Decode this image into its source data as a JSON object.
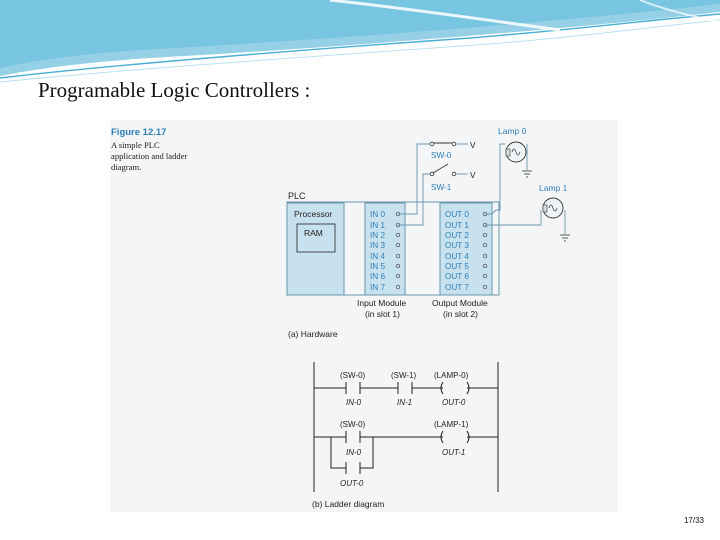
{
  "slide": {
    "title": "Programable Logic Controllers :",
    "page": "17/33"
  },
  "figure": {
    "label": "Figure 12.17",
    "caption": "A simple PLC application and ladder diagram.",
    "plc_label": "PLC",
    "processor": "Processor",
    "ram": "RAM",
    "inputs": [
      "IN 0",
      "IN 1",
      "IN 2",
      "IN 3",
      "IN 4",
      "IN 5",
      "IN 6",
      "IN 7"
    ],
    "outputs": [
      "OUT 0",
      "OUT 1",
      "OUT 2",
      "OUT 3",
      "OUT 4",
      "OUT 5",
      "OUT 6",
      "OUT 7"
    ],
    "input_module": [
      "Input Module",
      "(in slot 1)"
    ],
    "output_module": [
      "Output Module",
      "(in slot 2)"
    ],
    "switches": [
      "SW-0",
      "SW-1"
    ],
    "supply": "V",
    "lamps": [
      "Lamp 0",
      "Lamp 1"
    ],
    "hardware_caption": "(a)  Hardware",
    "ladder": {
      "rung1": {
        "labels": [
          "(SW-0)",
          "(SW-1)",
          "(LAMP-0)"
        ],
        "addresses": [
          "IN-0",
          "IN-1",
          "OUT-0"
        ]
      },
      "rung2": {
        "labels": [
          "(SW-0)",
          "(LAMP-1)"
        ],
        "addresses": [
          "IN-0",
          "OUT-1"
        ],
        "branch": "OUT-0"
      },
      "caption": "(b)  Ladder diagram"
    }
  },
  "colors": {
    "swoosh": "#3ea9d1",
    "panel": "#f3f5f6",
    "module_fill": "#c8e1ef",
    "line": "#6a96ad",
    "input_text": "#2f7fb6",
    "figure_label": "#2a7fb4"
  }
}
